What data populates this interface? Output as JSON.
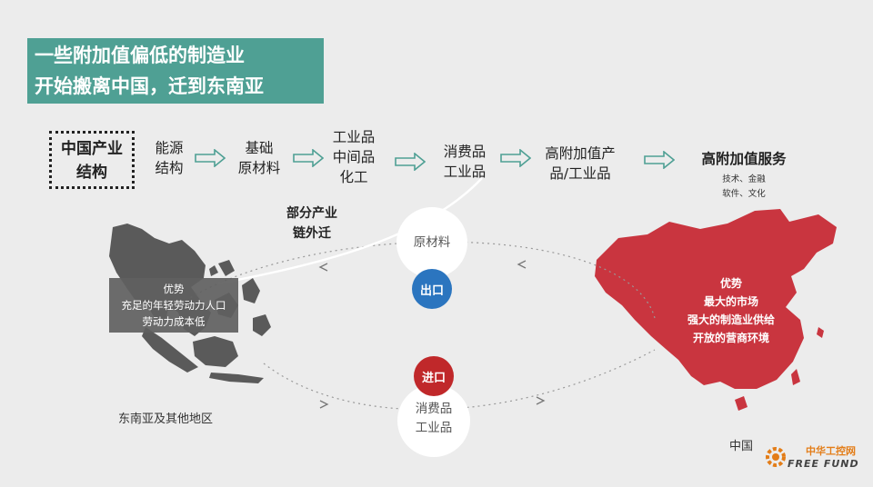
{
  "title": {
    "line1": "一些附加值偏低的制造业",
    "line2": "开始搬离中国，迁到东南亚"
  },
  "chain_label": {
    "line1": "中国产业",
    "line2": "结构"
  },
  "stages": [
    {
      "lines": [
        "能源",
        "结构"
      ]
    },
    {
      "lines": [
        "基础",
        "原材料"
      ]
    },
    {
      "lines": [
        "工业品",
        "中间品",
        "化工"
      ]
    },
    {
      "lines": [
        "消费品",
        "工业品"
      ]
    },
    {
      "lines": [
        "高附加值产",
        "品/工业品"
      ]
    },
    {
      "lines": [
        "高附加值服务"
      ],
      "sub": [
        "技术、金融",
        "软件、文化"
      ]
    }
  ],
  "partial_move": {
    "line1": "部分产业",
    "line2": "链外迁"
  },
  "sea_advantage": {
    "line1": "优势",
    "line2": "充足的年轻劳动力人口",
    "line3": "劳动力成本低"
  },
  "china_advantage": {
    "line1": "优势",
    "line2": "最大的市场",
    "line3": "强大的制造业供给",
    "line4": "开放的营商环境"
  },
  "export_circle": {
    "label": "原材料",
    "badge": "出口"
  },
  "import_circle": {
    "line1": "消费品",
    "line2": "工业品",
    "badge": "进口"
  },
  "regions": {
    "sea": "东南亚及其他地区",
    "china": "中国"
  },
  "watermark": {
    "text1": "中华工控网",
    "text2": "FREE FUND"
  },
  "colors": {
    "teal": "#4fa094",
    "china_red": "#c9353f",
    "export_blue": "#2b75bf",
    "import_red": "#c0282a",
    "sea_gray": "#5a5a5a"
  }
}
